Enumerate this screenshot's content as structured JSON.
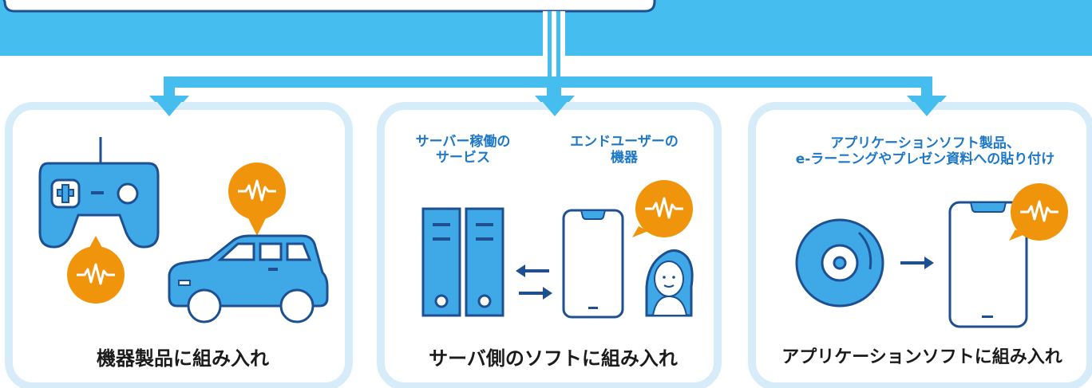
{
  "panels": [
    {
      "title": "機器製品に組み入れ",
      "icons": [
        "game-controller-icon",
        "car-icon",
        "sound-wave-bubble-icon"
      ]
    },
    {
      "title": "サーバ側のソフトに組み入れ",
      "caption_left": "サーバー稼働の\nサービス",
      "caption_right": "エンドユーザーの\n機器",
      "icons": [
        "server-icon",
        "smartphone-icon",
        "user-avatar-icon",
        "sound-wave-bubble-icon"
      ]
    },
    {
      "title": "アプリケーションソフトに組み入れ",
      "caption_top": "アプリケーションソフト製品、\ne-ラーニングやプレゼン資料への貼り付け",
      "icons": [
        "cd-disc-icon",
        "smartphone-icon",
        "sound-wave-bubble-icon"
      ]
    }
  ],
  "colors": {
    "banner": "#45bdee",
    "panel_border": "#d6edf9",
    "icon_blue": "#3fa9e8",
    "outline": "#1d4f91",
    "accent_orange": "#f0940c",
    "caption_blue": "#1e78c8"
  }
}
